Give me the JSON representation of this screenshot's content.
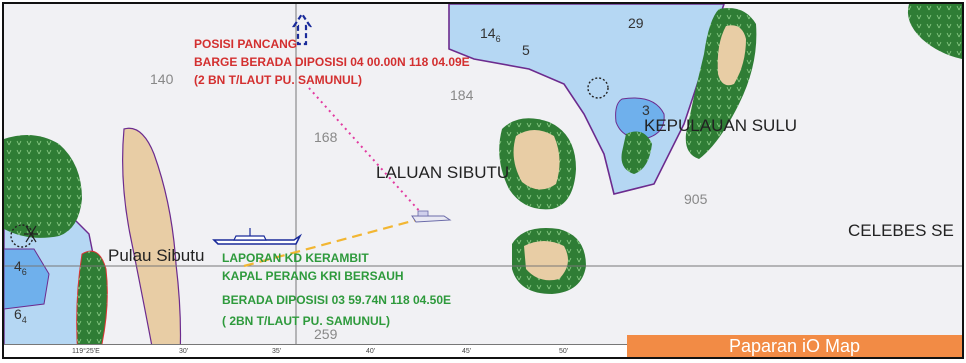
{
  "annotations": {
    "posisi_pancang": {
      "title": "POSISI PANCANG",
      "line1": "BARGE BERADA DIPOSISI 04 00.00N  118 04.09E",
      "line2": "(2 BN T/LAUT PU. SAMUNUL)"
    },
    "laporan": {
      "title": "LAPORAN KD KERAMBIT",
      "line1": "KAPAL PERANG KRI BERSAUH",
      "line2": "BERADA DIPOSISI 03 59.74N   118 04.50E",
      "line3": "( 2BN T/LAUT PU. SAMUNUL)"
    }
  },
  "places": {
    "kepulauan_sulu": "KEPULAUAN SULU",
    "laluan_sibutu": "LALUAN SIBUTU",
    "pulau_sibutu": "Pulau Sibutu",
    "celebes_sea": "CELEBES SE"
  },
  "depths": {
    "d29": "29",
    "d14": "14",
    "d14_sub": "6",
    "d5": "5",
    "d140": "140",
    "d184": "184",
    "d3": "3",
    "d168": "168",
    "d905": "905",
    "d4": "4",
    "d4_sub": "6",
    "d6": "6",
    "d6_sub": "4",
    "d259": "259"
  },
  "scale_labels": [
    "119°25'E",
    "30'",
    "35'",
    "40'",
    "45'",
    "50'"
  ],
  "banner": "Paparan iO Map",
  "colors": {
    "sea": "#f1f1f4",
    "shallow": "#b5d7f3",
    "shallow_dark": "#6fb0ec",
    "island_sand": "#e8cda5",
    "island_green": "#2f7d35",
    "coast": "#6c2b8e",
    "red_text": "#d32f2f",
    "green_text": "#2e9a3c",
    "banner": "#f28b45"
  }
}
